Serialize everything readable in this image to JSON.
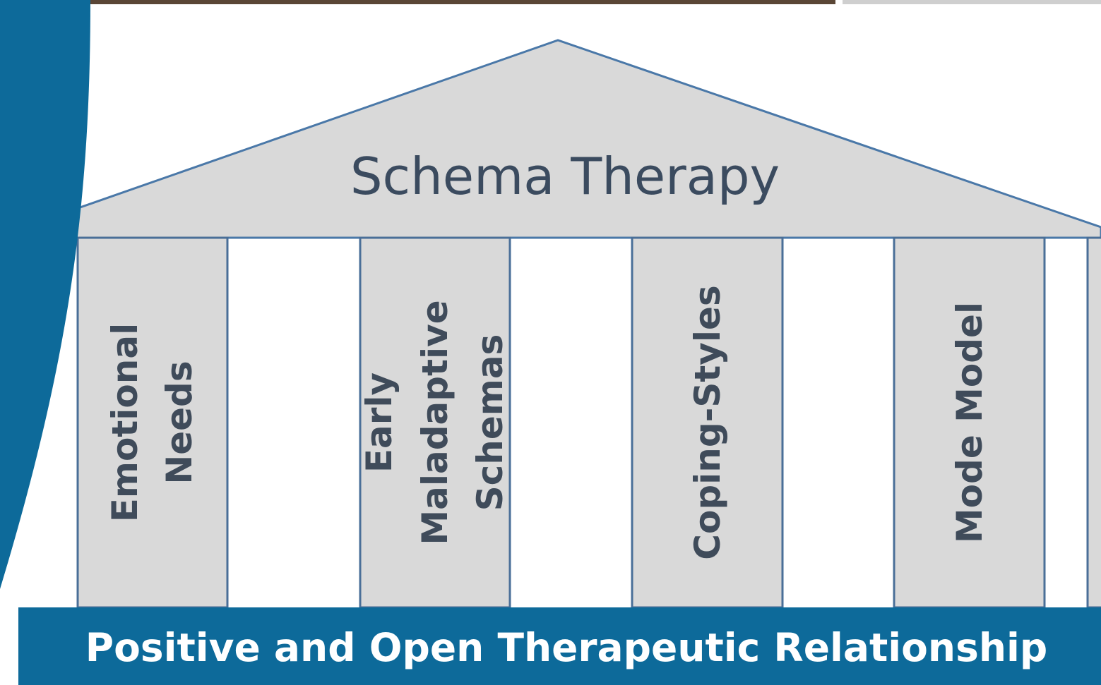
{
  "diagram": {
    "roof_label": "Schema Therapy",
    "pillars": [
      {
        "lines": [
          "Emotional",
          "Needs"
        ]
      },
      {
        "lines": [
          "Early",
          "Maladaptive",
          "Schemas"
        ]
      },
      {
        "lines": [
          "Coping-Styles"
        ]
      },
      {
        "lines": [
          "Mode Model"
        ]
      }
    ],
    "foundation_label": "Positive and Open Therapeutic Relationship"
  },
  "colors": {
    "brand_blue": "#0d6a9a",
    "roof_fill": "#d9d9d9",
    "roof_stroke": "#4a78a8",
    "pillar_fill": "#d9d9d9",
    "pillar_stroke": "#4a6f98",
    "text_dark": "#3b4b5f"
  }
}
